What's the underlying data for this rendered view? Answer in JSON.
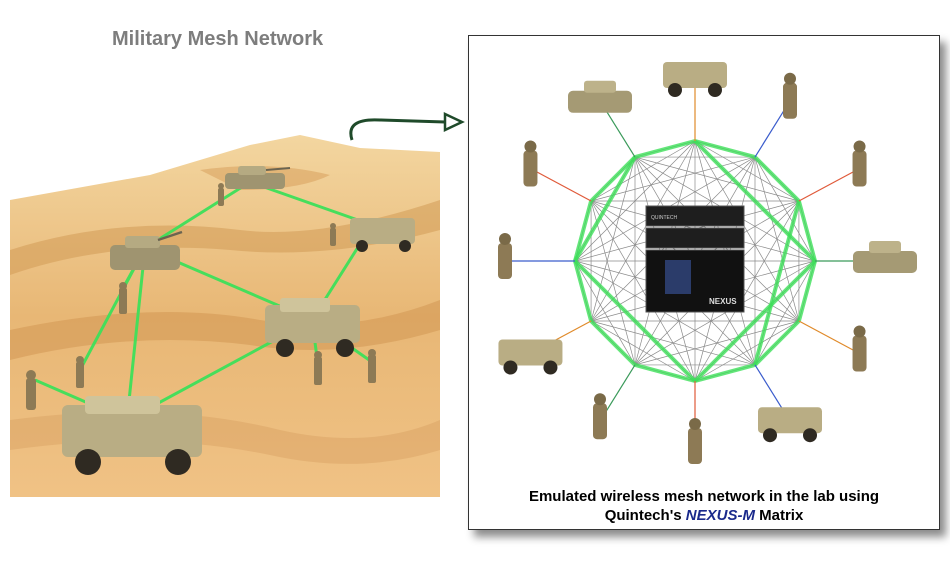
{
  "left": {
    "title": "Military Mesh Network"
  },
  "right": {
    "caption_line1": "Emulated wireless mesh network in the lab using",
    "caption_line2_prefix": "Quintech's ",
    "caption_line2_brand": "NEXUS-M",
    "caption_line2_suffix": " Matrix",
    "device_label": "NEXUS",
    "device_small_label": "QUINTECH"
  },
  "colors": {
    "sand_light": "#f0c98a",
    "sand_dark": "#c98a45",
    "link_green": "#3ee05a",
    "mesh_gray": "#8a8a8a",
    "brand_blue": "#1a2a8c",
    "vehicle_tan": "#b9ad84",
    "soldier_camo": "#8d7a55"
  }
}
